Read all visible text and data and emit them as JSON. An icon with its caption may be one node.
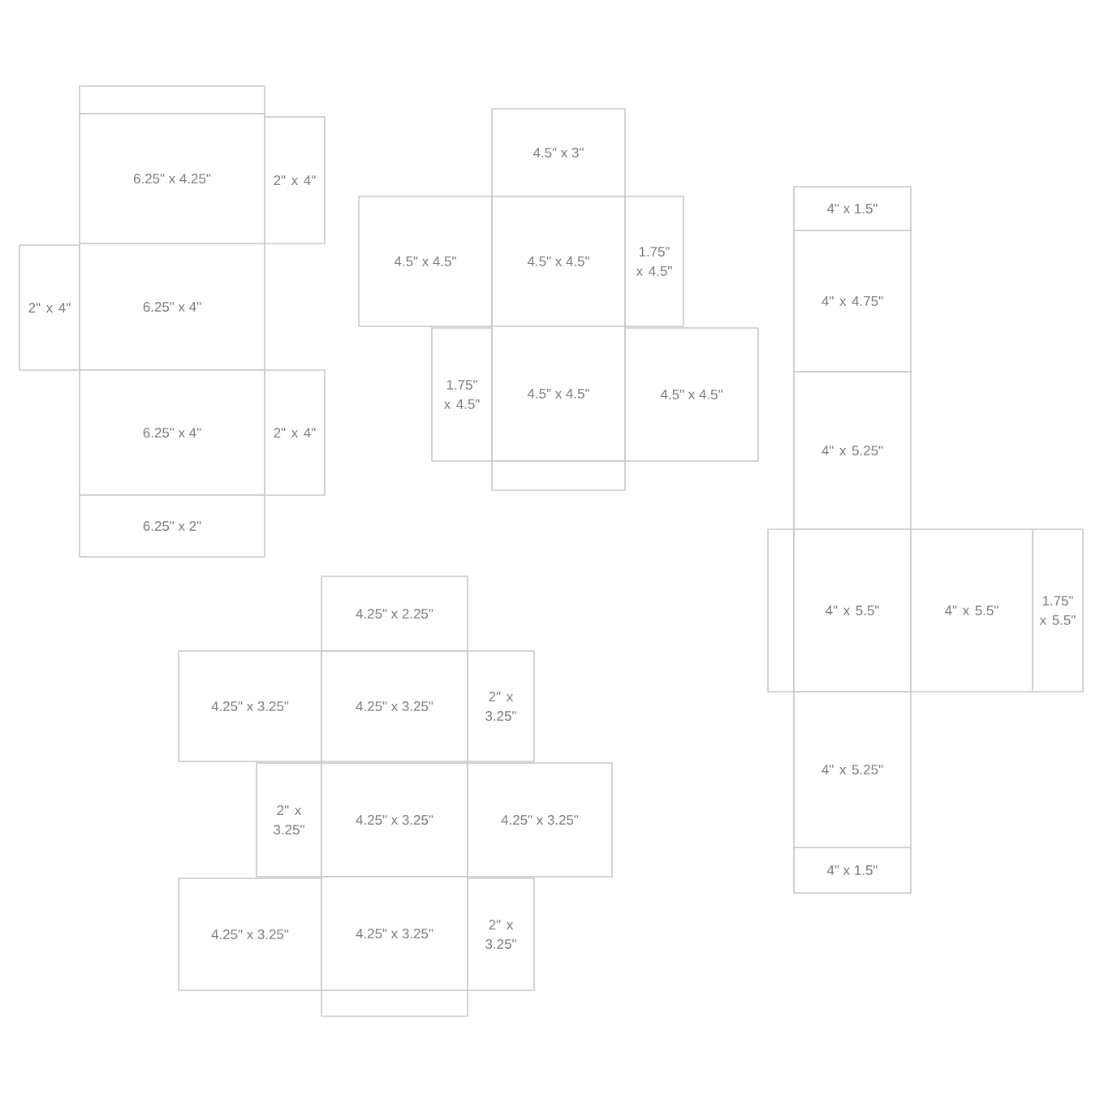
{
  "diagram": {
    "nodes": [
      {
        "text": [],
        "shape": "box"
      },
      {
        "text": [
          "6.25\" x 4.25\""
        ]
      },
      {
        "text": [
          "2\" x 4\""
        ]
      },
      {
        "text": [
          "2\" x 4\""
        ]
      },
      {
        "text": [
          "6.25\" x 4\""
        ]
      },
      {
        "text": [
          "6.25\" x 4\""
        ]
      },
      {
        "text": [
          "2\" x 4\""
        ]
      },
      {
        "text": [
          "6.25\" x 2\""
        ]
      },
      {
        "text": [
          "4.5\" x 3\""
        ]
      },
      {
        "text": [
          "4.5\" x 4.5\""
        ]
      },
      {
        "text": [
          "4.5\" x 4.5\""
        ]
      },
      {
        "text": [
          "1.75\" x 4.5\""
        ]
      },
      {
        "text": [
          "1.75\" x 4.5\""
        ]
      },
      {
        "text": [
          "4.5\" x 4.5\""
        ]
      },
      {
        "text": [
          "4.5\" x 4.5\""
        ]
      },
      {
        "text": [],
        "shape": "box"
      },
      {
        "text": [
          "4\" x 1.5\""
        ]
      },
      {
        "text": [
          "4\" x 4.75\""
        ]
      },
      {
        "text": [
          "4\" x 5.25\""
        ]
      },
      {
        "text": [],
        "shape": "box"
      },
      {
        "text": [
          "4\" x 5.5\""
        ]
      },
      {
        "text": [
          "4\" x 5.5\""
        ]
      },
      {
        "text": [
          "1.75\" x 5.5\""
        ]
      },
      {
        "text": [
          "4\" x 5.25\""
        ]
      },
      {
        "text": [
          "4\" x 1.5\""
        ]
      },
      {
        "text": [
          "4.25\" x 2.25\""
        ]
      },
      {
        "text": [
          "4.25\" x 3.25\""
        ]
      },
      {
        "text": [
          "4.25\" x 3.25\""
        ]
      },
      {
        "text": [
          "2\" x 3.25\""
        ]
      },
      {
        "text": [
          "2\" x 3.25\""
        ]
      },
      {
        "text": [
          "4.25\" x 3.25\""
        ]
      },
      {
        "text": [
          "4.25\" x 3.25\""
        ]
      },
      {
        "text": [
          "4.25\" x 3.25\""
        ]
      },
      {
        "text": [
          "4.25\" x 3.25\""
        ]
      },
      {
        "text": [
          "2\" x 3.25\""
        ]
      },
      {
        "text": [],
        "shape": "box"
      }
    ]
  }
}
